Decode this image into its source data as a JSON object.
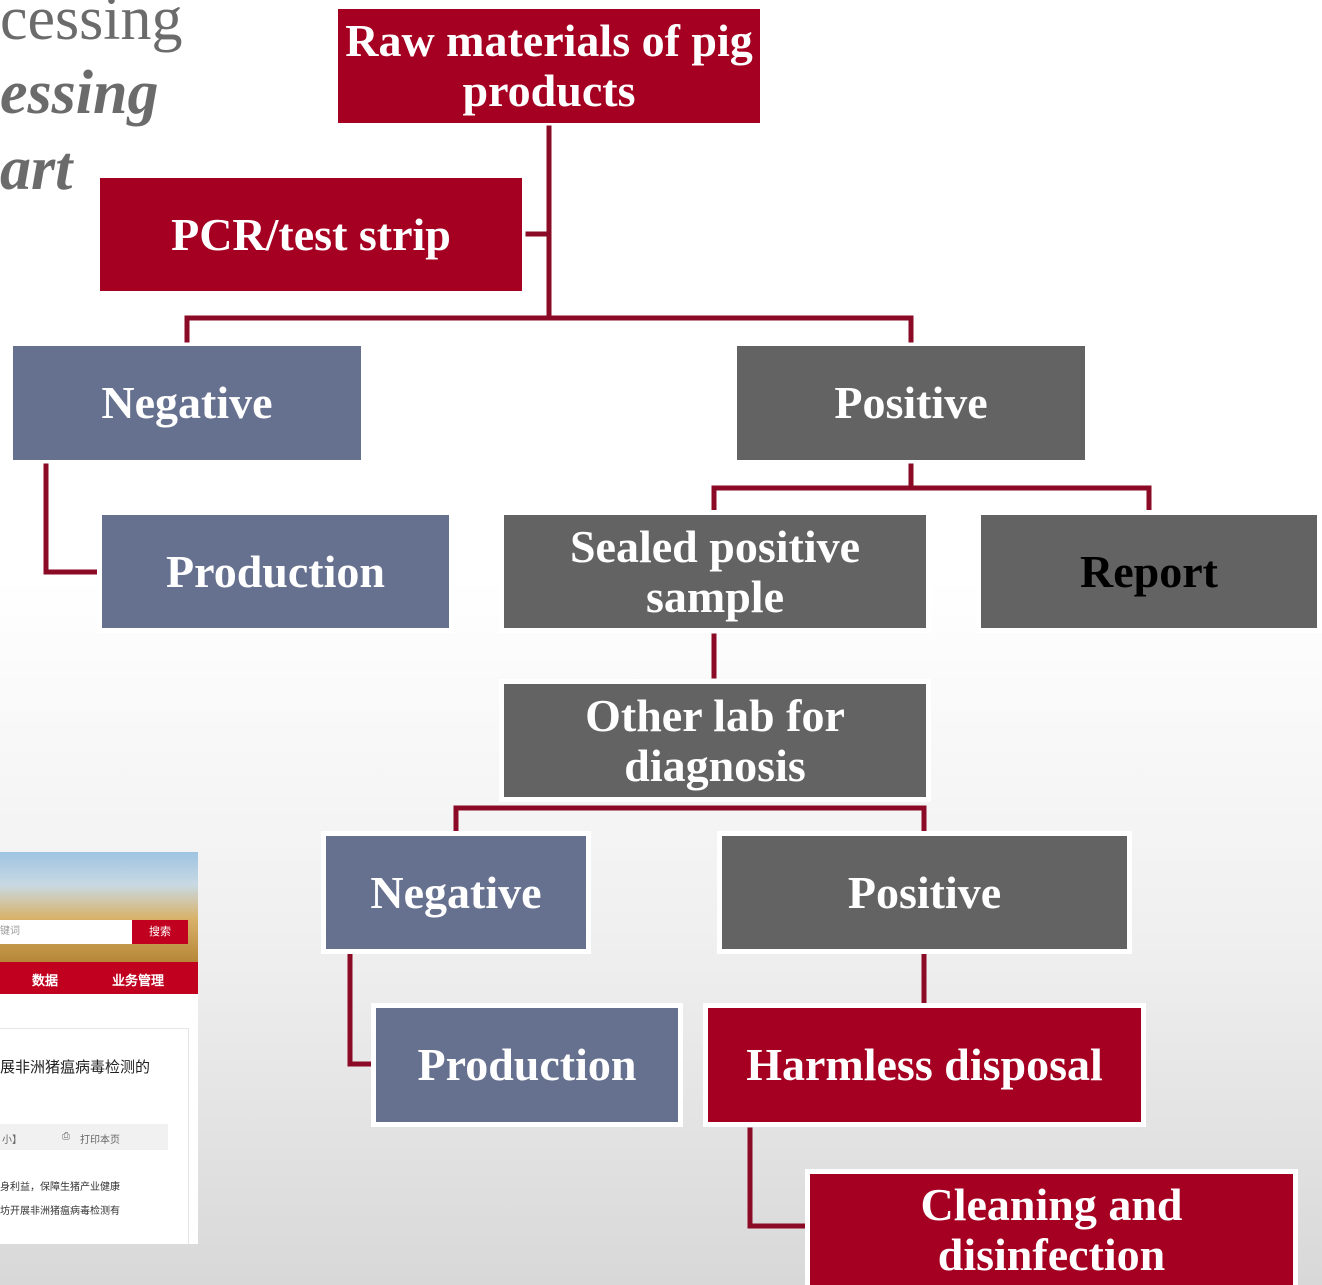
{
  "title_fragments": [
    "cessing",
    "essing",
    "art"
  ],
  "flowchart": {
    "raw_materials": "Raw materials of pig products",
    "pcr": "PCR/test strip",
    "negative_1": "Negative",
    "positive_1": "Positive",
    "production_1": "Production",
    "sealed_sample": "Sealed positive sample",
    "report": "Report",
    "other_lab": "Other lab for diagnosis",
    "negative_2": "Negative",
    "positive_2": "Positive",
    "production_2": "Production",
    "harmless_disposal": "Harmless disposal",
    "cleaning": "Cleaning and disinfection"
  },
  "colors": {
    "red": "#a50021",
    "blue": "#66708f",
    "gray": "#636363",
    "connector": "#8b0a26"
  },
  "webpage_thumbnail": {
    "search_placeholder": "键词",
    "search_button": "搜索",
    "nav_items": [
      "数据",
      "业务管理"
    ],
    "headline": "展非洲猪瘟病毒检测的",
    "font_size_label": "小】",
    "print_label": "打印本页",
    "paragraph_lines": [
      "身利益，保障生猪产业健康",
      "坊开展非洲猪瘟病毒检测有"
    ]
  }
}
